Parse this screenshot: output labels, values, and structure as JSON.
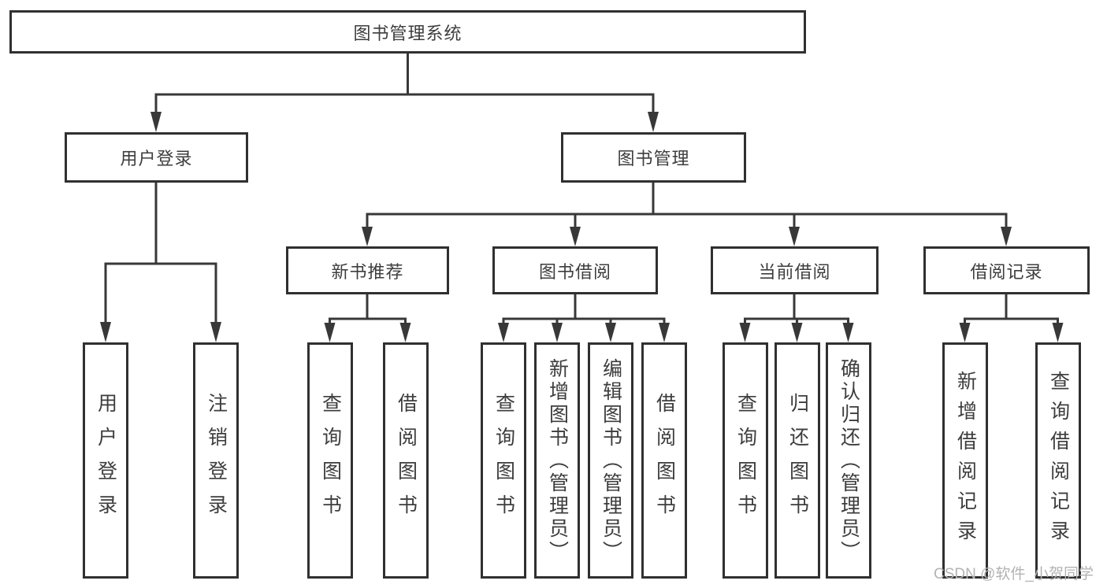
{
  "colors": {
    "line": "#383838",
    "border": "#303030",
    "text": "#3d3d3d",
    "box_fill": "#ffffff",
    "watermark": "#b3b3b3",
    "background": "#ffffff"
  },
  "tree": {
    "root": "图书管理系统",
    "level2": [
      {
        "label": "用户登录",
        "children": [
          {
            "label": "用户登录"
          },
          {
            "label": "注销登录"
          }
        ]
      },
      {
        "label": "图书管理",
        "children": [
          {
            "label": "新书推荐",
            "children": [
              {
                "label": "查询图书"
              },
              {
                "label": "借阅图书"
              }
            ]
          },
          {
            "label": "图书借阅",
            "children": [
              {
                "label": "查询图书"
              },
              {
                "label": "新增图书（管理员）"
              },
              {
                "label": "编辑图书（管理员）"
              },
              {
                "label": "借阅图书"
              }
            ]
          },
          {
            "label": "当前借阅",
            "children": [
              {
                "label": "查询图书"
              },
              {
                "label": "归还图书"
              },
              {
                "label": "确认归还（管理员）"
              }
            ]
          },
          {
            "label": "借阅记录",
            "children": [
              {
                "label": "新增借阅记录"
              },
              {
                "label": "查询借阅记录"
              }
            ]
          }
        ]
      }
    ]
  },
  "watermark": "CSDN @软件_小贺同学"
}
